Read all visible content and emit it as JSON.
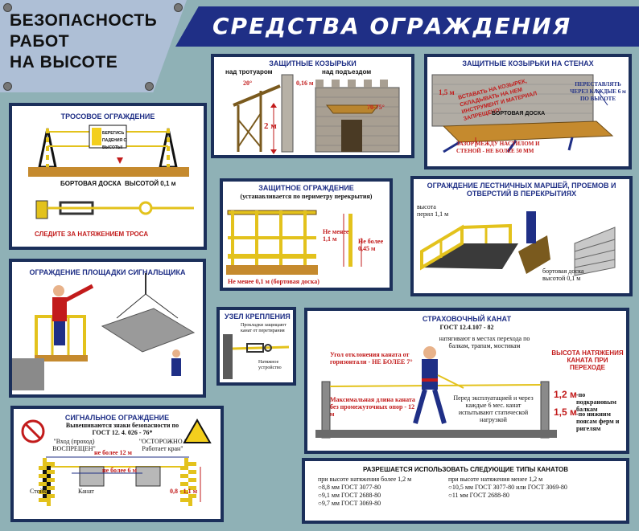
{
  "header": {
    "subject_lines": [
      "БЕЗОПАСНОСТЬ",
      "РАБОТ",
      "НА ВЫСОТЕ"
    ],
    "banner_title": "СРЕДСТВА ОГРАЖДЕНИЯ"
  },
  "canopies": {
    "title": "ЗАЩИТНЫЕ КОЗЫРЬКИ",
    "over_sidewalk": "над тротуаром",
    "over_entrance": "над подъездом",
    "angle_left": "20°",
    "offset": "0,16 м",
    "height": "2 м",
    "angle_right": "70-75°"
  },
  "wall_canopies": {
    "title": "ЗАЩИТНЫЕ КОЗЫРЬКИ НА СТЕНАХ",
    "width": "1,5 м",
    "wall_text": "ВСТАВАТЬ НА КОЗЫРЕК, СКЛАДЫВАТЬ НА НЕМ ИНСТРУМЕНТ И МАТЕРИАЛ ЗАПРЕЩЕНО!",
    "move_note": "ПЕРЕСТАВЛЯТЬ ЧЕРЕЗ КАЖДЫЕ 6 м ПО ВЫСОТЕ",
    "board": "БОРТОВАЯ ДОСКА",
    "gap_note": "ЗАЗОР МЕЖДУ НАСТИЛОМ И СТЕНОЙ - НЕ БОЛЕЕ 50 ММ"
  },
  "cable_fence": {
    "title": "ТРОСОВОЕ ОГРАЖДЕНИЕ",
    "sign": "БЕРЕГИСЬ ПАДЕНИЯ С ВЫСОТЫ!",
    "board_label": "БОРТОВАЯ ДОСКА",
    "board_height": "ВЫСОТОЙ 0,1 м",
    "tension_note": "СЛЕДИТЕ ЗА НАТЯЖЕНИЕМ ТРОСА"
  },
  "protective_fence": {
    "title": "ЗАЩИТНОЕ ОГРАЖДЕНИЕ",
    "subtitle": "(устанавливается по периметру перекрытия)",
    "min_height": "Не менее 1,1 м",
    "max_gap": "Не более 0,45 м",
    "board_note": "Не менее 0,1 м (бортовая доска)"
  },
  "stair_fence": {
    "title": "ОГРАЖДЕНИЕ ЛЕСТНИЧНЫХ МАРШЕЙ, ПРОЕМОВ И ОТВЕРСТИЙ В ПЕРЕКРЫТИЯХ",
    "rail_height": "высота перил 1,1 м",
    "board_note": "бортовая доска высотой 0,1 м"
  },
  "signal_platform": {
    "title": "ОГРАЖДЕНИЕ ПЛОЩАДКИ СИГНАЛЬЩИКА"
  },
  "anchor": {
    "title": "УЗЕЛ КРЕПЛЕНИЯ",
    "clamps": "Прокладки защищают канат от перетирания",
    "tensioner": "Натяжное устройство"
  },
  "safety_rope": {
    "title": "СТРАХОВОЧНЫЙ КАНАТ",
    "standard": "ГОСТ 12.4.107 - 82",
    "stretched": "натягивают в местах перехода по балкам, трапам, мостикам",
    "angle_note": "Угол отклонения каната от горизонтали - НЕ БОЛЕЕ 7°",
    "max_length": "Максимальная длина каната без промежуточных опор - 12 м",
    "test_note": "Перед эксплуатацией и через каждые 6 мес. канат испытывают статической нагрузкой",
    "height_title": "ВЫСОТА НАТЯЖЕНИЯ КАНАТА ПРИ ПЕРЕХОДЕ",
    "h1": "1,2 м",
    "h1_note": "-по подкрановым балкам",
    "h2": "1,5 м",
    "h2_note": "-по нижним поясам ферм и ригелям"
  },
  "signal_fence": {
    "title": "СИГНАЛЬНОЕ ОГРАЖДЕНИЕ",
    "subtitle": "Вывешиваются знаки безопасности по ГОСТ 12. 4. 026 - 76*",
    "sign1": "\"Вход (проход) ВОСПРЕЩЕН\"",
    "sign2": "\"ОСТОРОЖНО ! Работает кран\"",
    "dist1": "не более 12 м",
    "dist2": "не более 6 м",
    "post": "Стойка",
    "rope": "Канат",
    "height": "0,8 - 1,1 м"
  },
  "rope_types": {
    "title": "РАЗРЕШАЕТСЯ ИСПОЛЬЗОВАТЬ СЛЕДУЮЩИЕ ТИПЫ КАНАТОВ",
    "left_head": "при высоте натяжения более 1,2 м",
    "left": [
      "○8,8 мм ГОСТ 3077-80",
      "○9,1 мм ГОСТ 2688-80",
      "○9,7 мм ГОСТ 3069-80"
    ],
    "right_head": "при высоте натяжения менее 1,2 м",
    "right": [
      "○10,5 мм ГОСТ 3077-80 или ГОСТ 3069-80",
      "○11 мм ГОСТ 2688-80"
    ]
  },
  "colors": {
    "background": "#8fb1b6",
    "banner": "#1f2f86",
    "panel_border": "#1b2f5a",
    "accent_red": "#c21b1b",
    "title_blue": "#1f2f86"
  }
}
